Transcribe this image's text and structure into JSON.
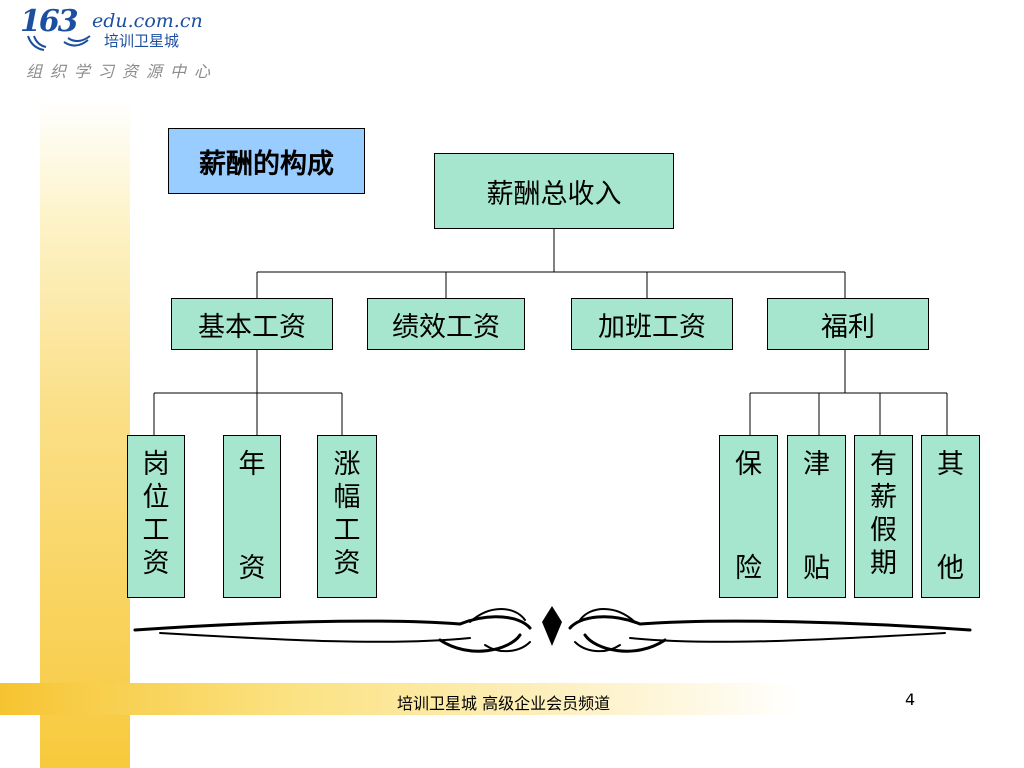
{
  "logo": {
    "site_num": "163",
    "site_domain": "edu.com.cn",
    "site_name": "培训卫星城",
    "slogan": "组织学习资源中心"
  },
  "slide": {
    "title": "薪酬的构成",
    "root": "薪酬总收入",
    "level1": [
      "基本工资",
      "绩效工资",
      "加班工资",
      "福利"
    ],
    "basic_children": [
      [
        "岗",
        "位",
        "工",
        "资"
      ],
      [
        "年",
        "资"
      ],
      [
        "涨",
        "幅",
        "工",
        "资"
      ]
    ],
    "welfare_children": [
      [
        "保",
        "险"
      ],
      [
        "津",
        "贴"
      ],
      [
        "有",
        "薪",
        "假",
        "期"
      ],
      [
        "其",
        "他"
      ]
    ]
  },
  "footer": {
    "text": "培训卫星城  高级企业会员频道",
    "page": "4"
  },
  "colors": {
    "node_fill": "#a6e6cf",
    "title_fill": "#99ccff",
    "logo_blue": "#1c4fa0",
    "accent_bar": "#f7c93c"
  }
}
